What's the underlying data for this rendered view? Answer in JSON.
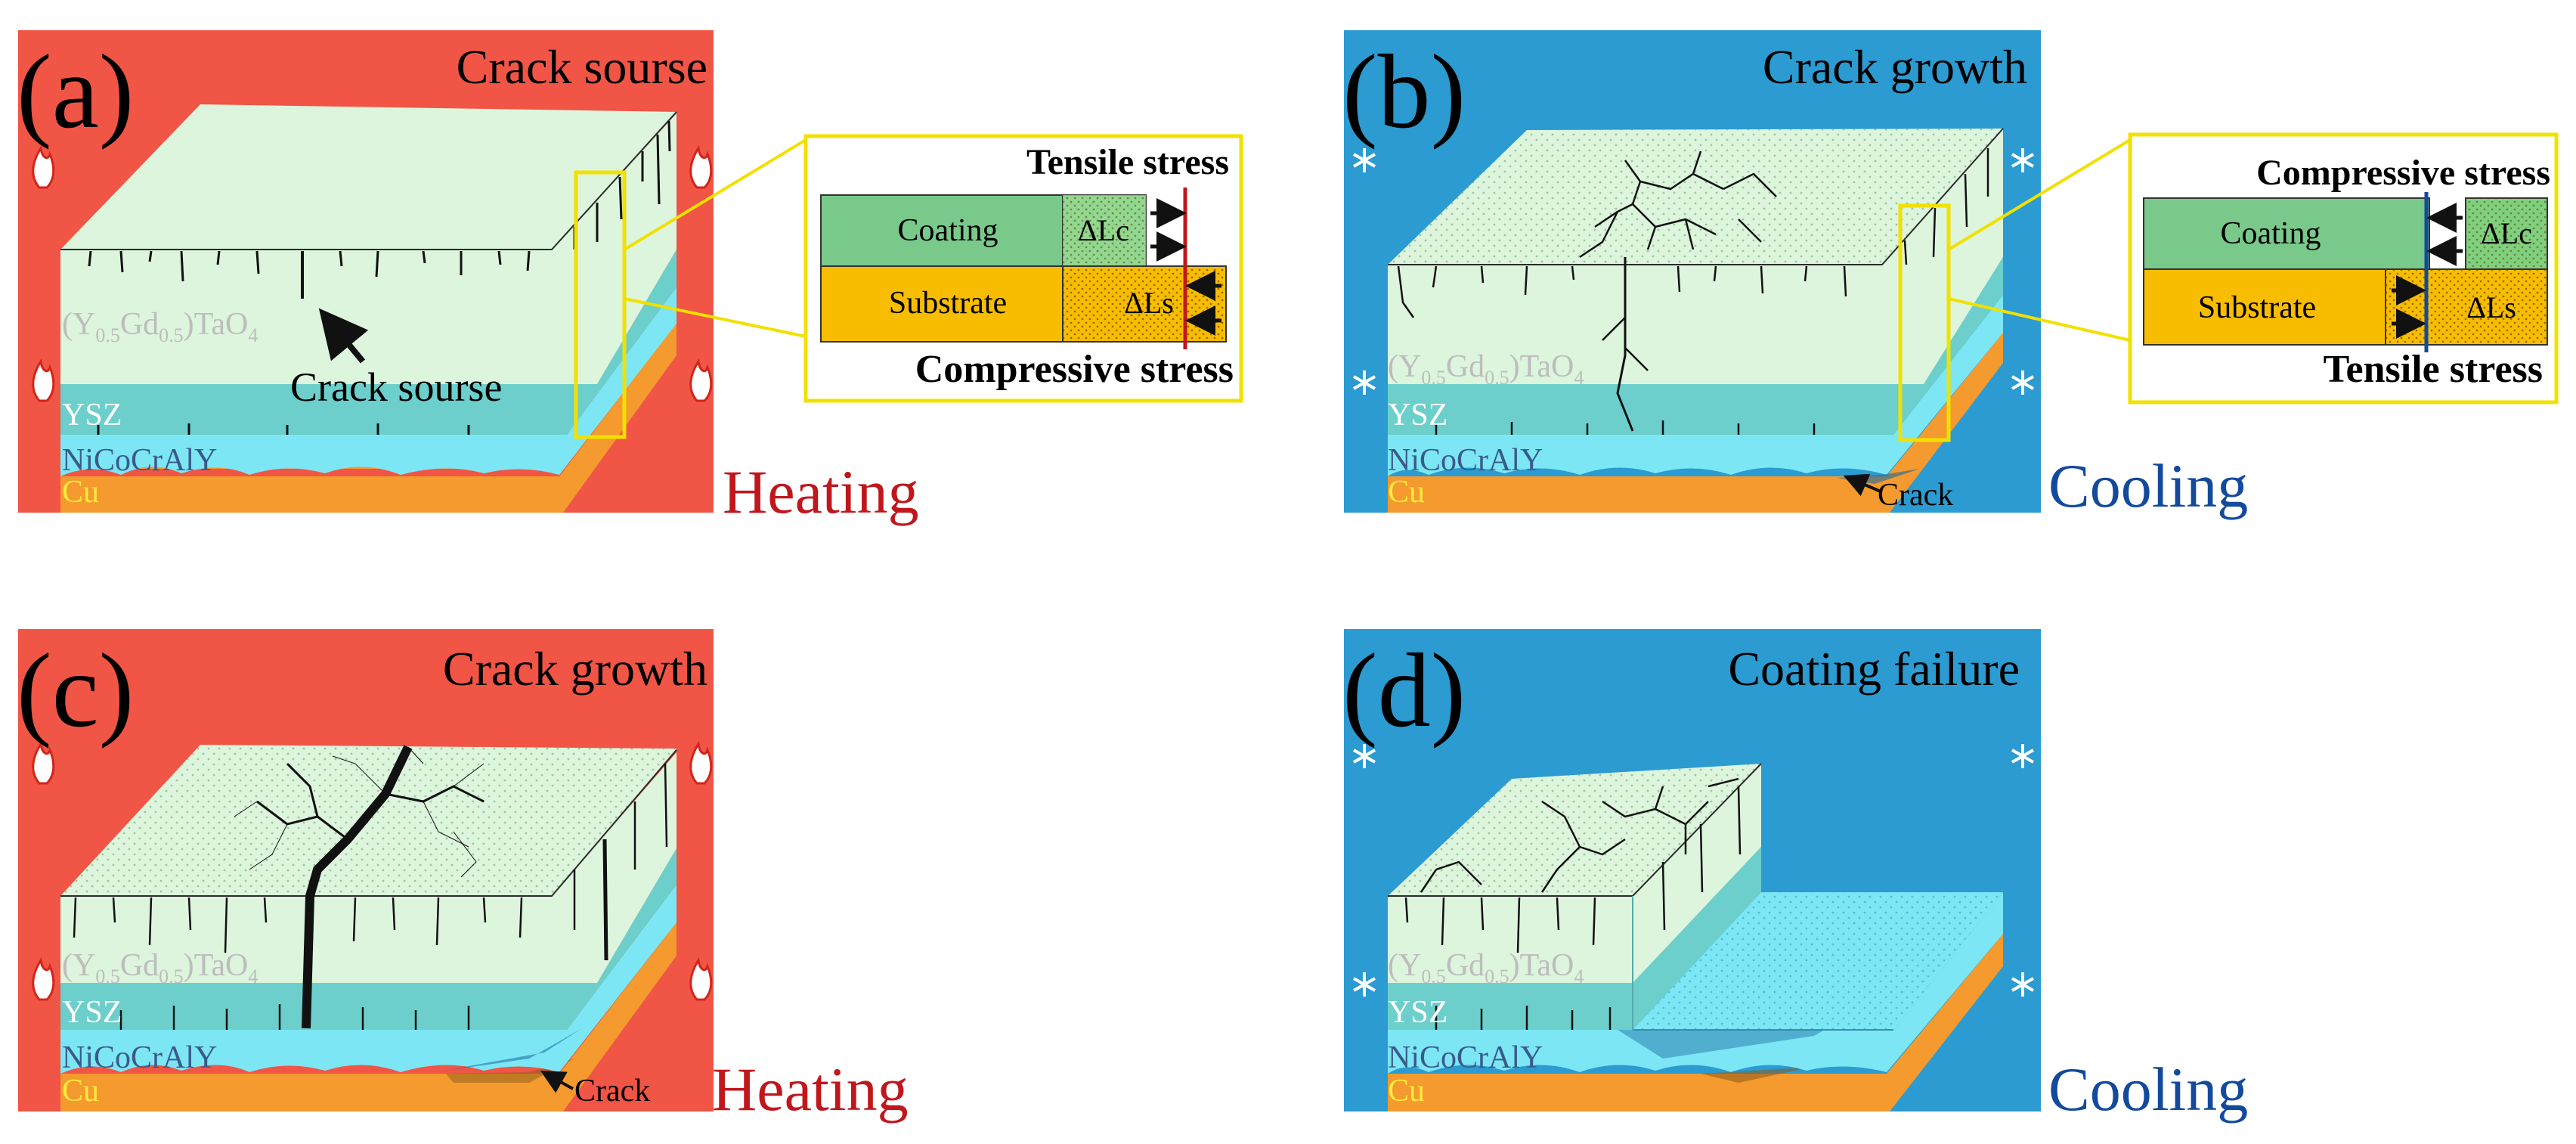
{
  "colors": {
    "heating_bg": "#f05545",
    "cooling_bg": "#2b9bd1",
    "top_coat": "#dcf5dc",
    "ysz": "#6ccfcb",
    "bond_coat": "#7ce6f5",
    "copper": "#f49a2e",
    "crack": "#111111",
    "coating_box": "#79c98b",
    "substrate_box": "#f8bd00",
    "callout": "#f2e000",
    "heating_text": "#c0171c",
    "cooling_text": "#134a9c",
    "heating_line": "#c0171c",
    "cooling_line": "#134a9c"
  },
  "panels": [
    {
      "letter": "(a)",
      "title": "Crack sourse",
      "mode": "heating",
      "mode_label": "Heating",
      "icon": "flame-icon",
      "labels": {
        "top_formula": "(Y",
        "top_sub1": "0.5",
        "top_mid": "Gd",
        "top_sub2": "0.5",
        "top_tail": ")TaO",
        "top_sub3": "4",
        "ysz": "YSZ",
        "bond": "NiCoCrAlY",
        "cu": "Cu"
      },
      "annotation": "Crack sourse",
      "inset": {
        "top_stress": "Tensile stress",
        "bottom_stress": "Compressive stress",
        "coating": "Coating",
        "substrate": "Substrate",
        "delta_coating": "ΔLc",
        "delta_substrate": "ΔLs"
      }
    },
    {
      "letter": "(b)",
      "title": "Crack growth",
      "mode": "cooling",
      "mode_label": "Cooling",
      "icon": "snowflake-icon",
      "labels": {
        "top_formula": "(Y",
        "top_sub1": "0.5",
        "top_mid": "Gd",
        "top_sub2": "0.5",
        "top_tail": ")TaO",
        "top_sub3": "4",
        "ysz": "YSZ",
        "bond": "NiCoCrAlY",
        "cu": "Cu"
      },
      "annotation": "Crack",
      "inset": {
        "top_stress": "Compressive stress",
        "bottom_stress": "Tensile stress",
        "coating": "Coating",
        "substrate": "Substrate",
        "delta_coating": "ΔLc",
        "delta_substrate": "ΔLs"
      }
    },
    {
      "letter": "(c)",
      "title": "Crack growth",
      "mode": "heating",
      "mode_label": "Heating",
      "icon": "flame-icon",
      "labels": {
        "top_formula": "(Y",
        "top_sub1": "0.5",
        "top_mid": "Gd",
        "top_sub2": "0.5",
        "top_tail": ")TaO",
        "top_sub3": "4",
        "ysz": "YSZ",
        "bond": "NiCoCrAlY",
        "cu": "Cu"
      },
      "annotation": "Crack"
    },
    {
      "letter": "(d)",
      "title": "Coating failure",
      "mode": "cooling",
      "mode_label": "Cooling",
      "icon": "snowflake-icon",
      "labels": {
        "top_formula": "(Y",
        "top_sub1": "0.5",
        "top_mid": "Gd",
        "top_sub2": "0.5",
        "top_tail": ")TaO",
        "top_sub3": "4",
        "ysz": "YSZ",
        "bond": "NiCoCrAlY",
        "cu": "Cu"
      }
    }
  ]
}
